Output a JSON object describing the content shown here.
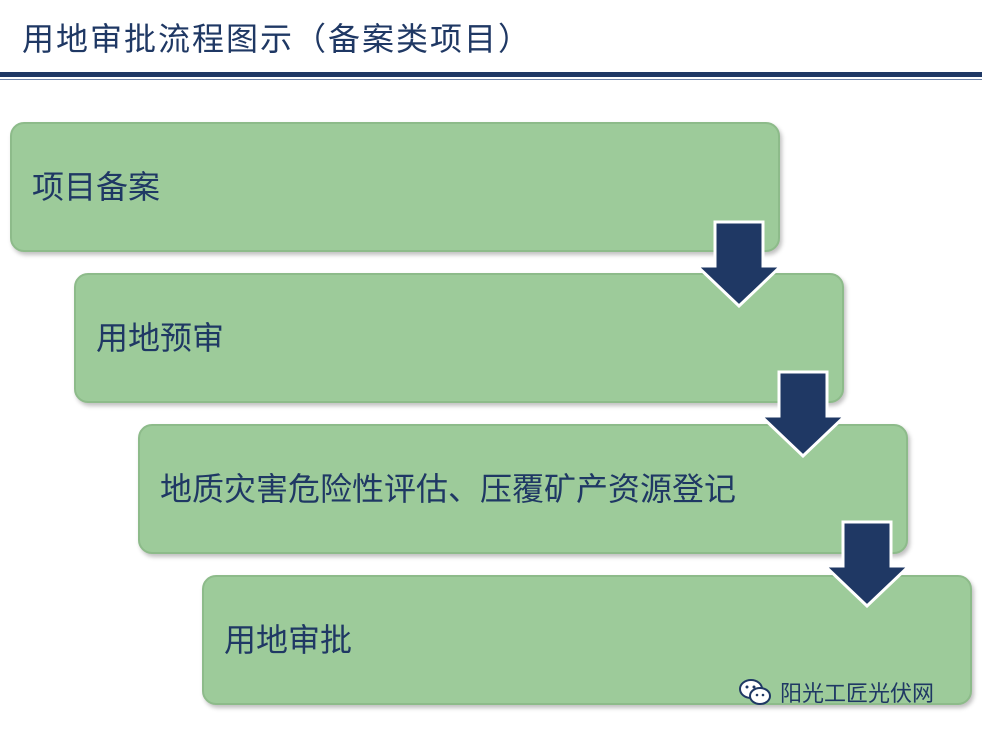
{
  "title": "用地审批流程图示（备案类项目）",
  "steps": [
    {
      "label": "项目备案"
    },
    {
      "label": "用地预审"
    },
    {
      "label": "地质灾害危险性评估、压覆矿产资源登记"
    },
    {
      "label": "用地审批"
    }
  ],
  "watermark": {
    "text": "阳光工匠光伏网",
    "icon": "wechat-icon"
  },
  "colors": {
    "box_fill": "#9dcb9a",
    "text": "#1f3864",
    "arrow": "#1f3864"
  }
}
